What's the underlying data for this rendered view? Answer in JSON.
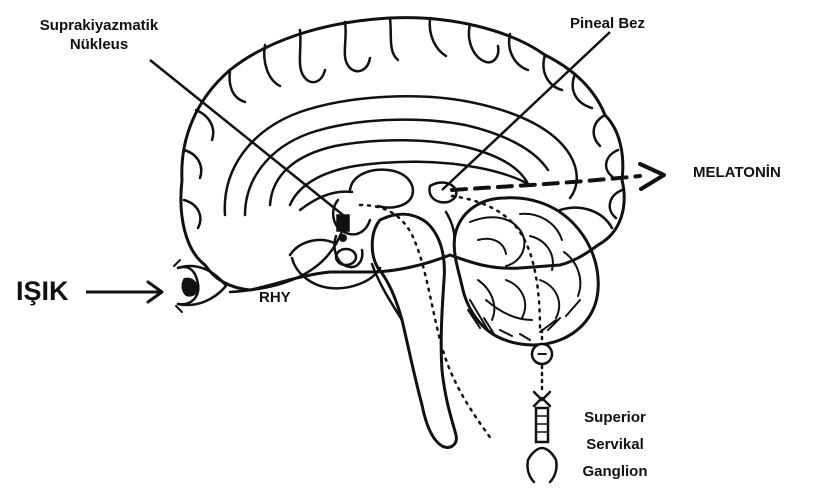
{
  "labels": {
    "scn_line1": "Suprakiyazmatik",
    "scn_line2": "Nükleus",
    "pineal": "Pineal Bez",
    "melatonin": "MELATONİN",
    "light": "IŞIK",
    "rhy": "RHY",
    "minus": "−",
    "scg_line1": "Superior",
    "scg_line2": "Servikal",
    "scg_line3": "Ganglion"
  },
  "colors": {
    "ink": "#111111",
    "background": "#ffffff"
  }
}
